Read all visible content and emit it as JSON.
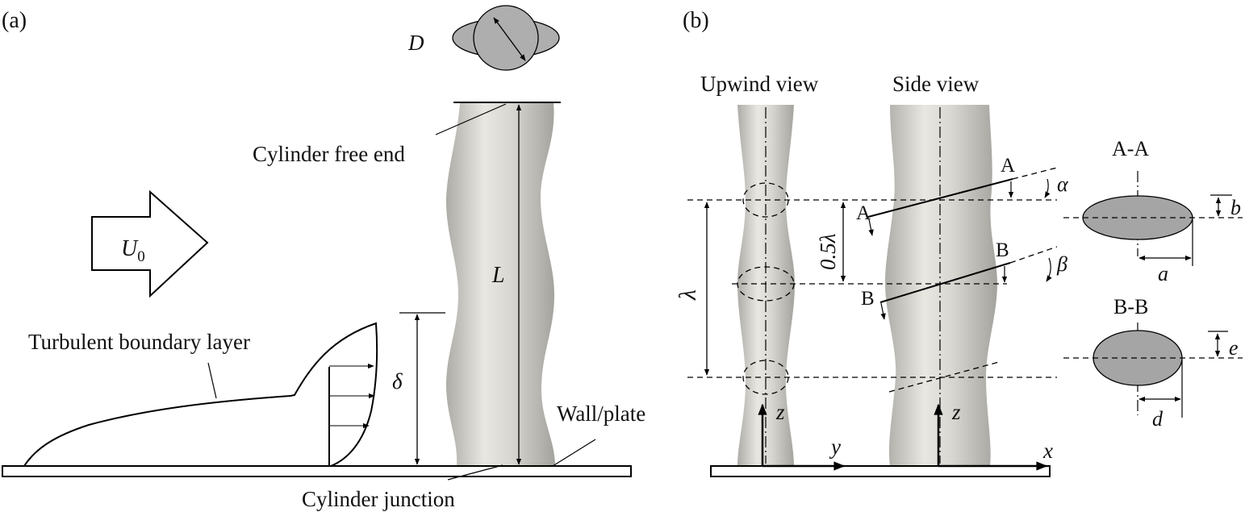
{
  "panel_a": {
    "label": "(a)",
    "diameter_symbol": "D",
    "free_end_label": "Cylinder free end",
    "length_symbol": "L",
    "velocity_symbol": "U",
    "velocity_subscript": "0",
    "boundary_layer_label": "Turbulent boundary layer",
    "thickness_symbol": "δ",
    "wall_label": "Wall/plate",
    "junction_label": "Cylinder junction"
  },
  "panel_b": {
    "label": "(b)",
    "upwind_view_label": "Upwind view",
    "side_view_label": "Side view",
    "section_a_mark": "A",
    "section_b_mark": "B",
    "alpha_symbol": "α",
    "beta_symbol": "β",
    "half_wavelength_label": "0.5λ",
    "wavelength_symbol": "λ",
    "z_axis": "z",
    "y_axis": "y",
    "x_axis": "x",
    "section_aa_title": "A-A",
    "section_bb_title": "B-B",
    "dim_a": "a",
    "dim_b": "b",
    "dim_d": "d",
    "dim_e": "e"
  },
  "colors": {
    "cylinder_light": "#e6e4de",
    "cylinder_shade": "#a9a7a1",
    "section_fill": "#a5a5a5",
    "ink": "#000000"
  }
}
